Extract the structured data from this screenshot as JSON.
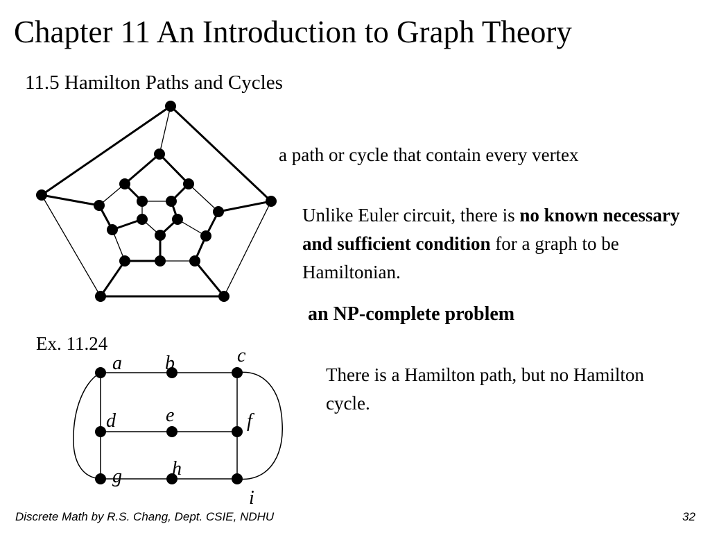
{
  "slide": {
    "title": "Chapter 11 An Introduction to Graph Theory",
    "section": "11.5 Hamilton Paths and Cycles",
    "definition": "a path or cycle that contain every vertex",
    "euler_part1": "Unlike Euler circuit, there is ",
    "euler_bold": "no known necessary and sufficient condition",
    "euler_part2": " for a graph to be Hamiltonian.",
    "np_complete": "an NP-complete problem",
    "example_label": "Ex. 11.24",
    "example_text": "There is a Hamilton path, but no Hamilton cycle."
  },
  "example_graph": {
    "vertex_labels": [
      "a",
      "b",
      "c",
      "d",
      "e",
      "f",
      "g",
      "h",
      "i"
    ]
  },
  "footer": {
    "left": "Discrete Math by R.S. Chang, Dept. CSIE, NDHU",
    "page": "32"
  },
  "colors": {
    "ink": "#000000",
    "background": "#ffffff"
  }
}
